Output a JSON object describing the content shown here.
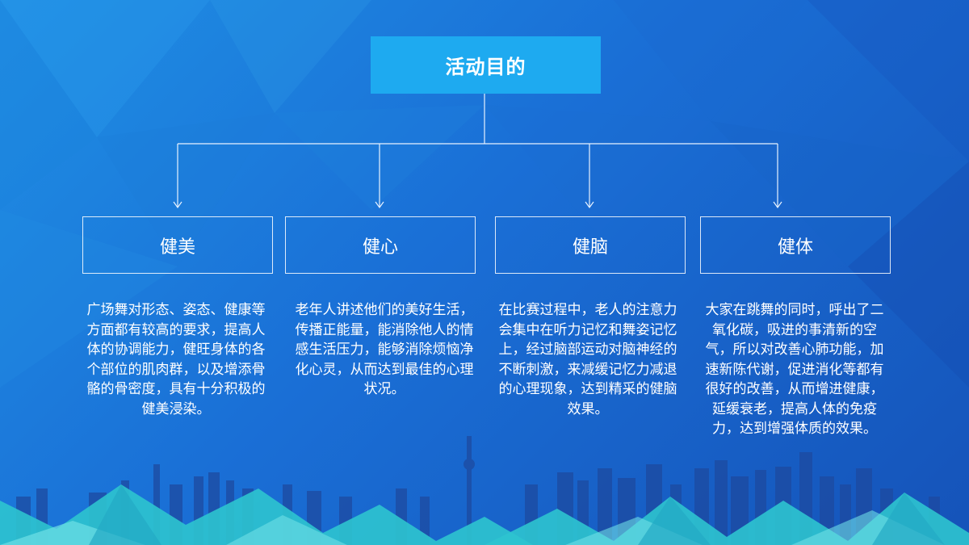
{
  "title": "活动目的",
  "categories": [
    {
      "label": "健美",
      "description": "广场舞对形态、姿态、健康等方面都有较高的要求，提高人体的协调能力，健旺身体的各个部位的肌肉群，以及增添骨骼的骨密度，具有十分积极的健美浸染。"
    },
    {
      "label": "健心",
      "description": "老年人讲述他们的美好生活，传播正能量，能消除他人的情感生活压力，能够消除烦恼净化心灵，从而达到最佳的心理状况。"
    },
    {
      "label": "健脑",
      "description": "在比赛过程中，老人的注意力会集中在听力记忆和舞姿记忆上，经过脑部运动对脑神经的不断刺激，来减缓记忆力减退的心理现象，达到精采的健脑效果。"
    },
    {
      "label": "健体",
      "description": "大家在跳舞的同时，呼出了二氧化碳，吸进的事清新的空气，所以对改善心肺功能，加速新陈代谢，促进消化等都有很好的改善，从而增进健康，延缓衰老，提高人体的免疫力，达到增强体质的效果。"
    }
  ],
  "colors": {
    "background_light": "#1f8fe4",
    "background_dark": "#1553b9",
    "title_box": "#1eaaf0",
    "mountains": "#2ec4cf",
    "text": "#ffffff"
  }
}
